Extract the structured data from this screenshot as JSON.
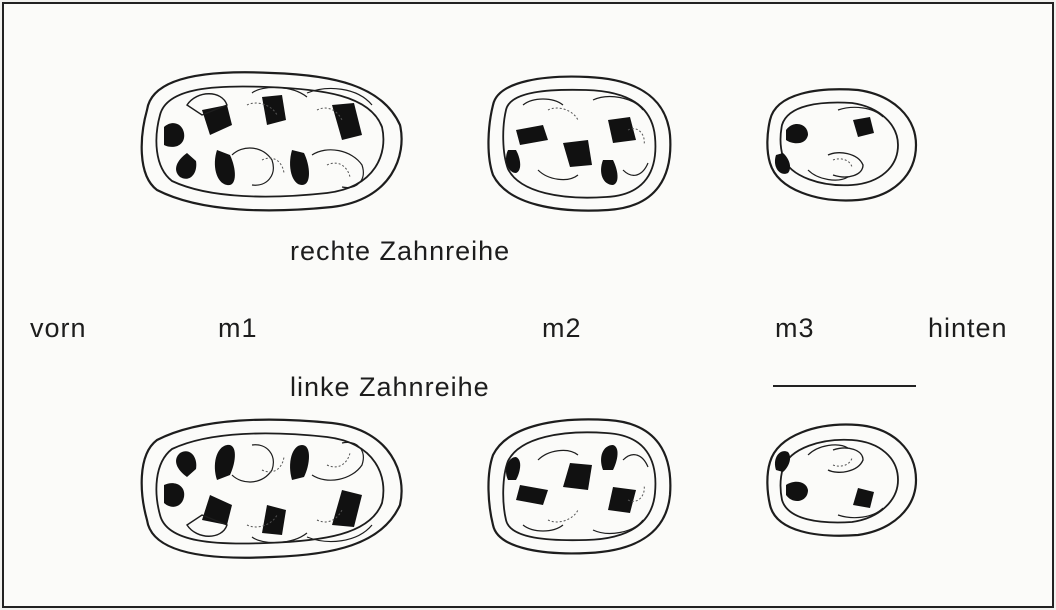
{
  "row_labels": {
    "upper": "rechte Zahnreihe",
    "lower": "linke Zahnreihe"
  },
  "orientation": {
    "front": "vorn",
    "back": "hinten"
  },
  "teeth": [
    "m1",
    "m2",
    "m3"
  ],
  "colors": {
    "ink": "#1d1d1d",
    "paper": "#fbfbf9"
  }
}
